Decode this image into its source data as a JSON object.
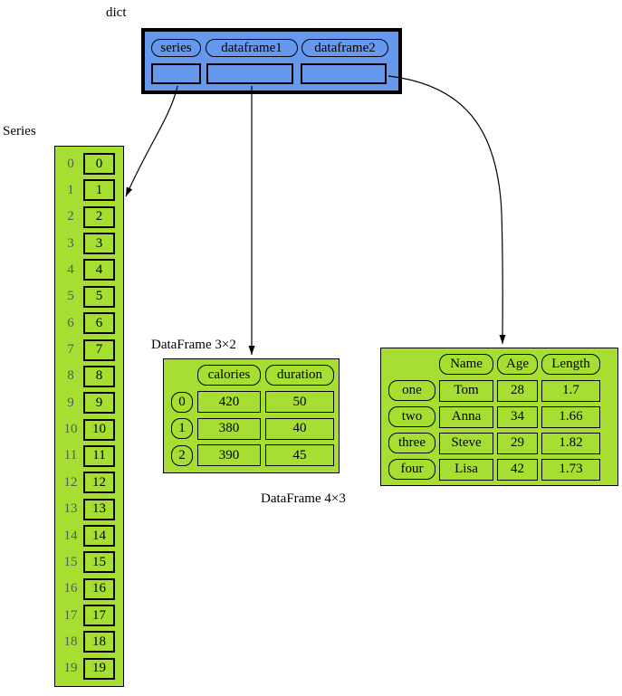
{
  "colors": {
    "dict_fill": "#6698EE",
    "pandas_fill": "#A6DF32",
    "border": "#000000",
    "index_text": "#5A5A5A",
    "arrow": "#000000"
  },
  "dict_node": {
    "title": "dict",
    "keys": [
      "series",
      "dataframe1",
      "dataframe2"
    ]
  },
  "series_node": {
    "title": "Series",
    "indices": [
      "0",
      "1",
      "2",
      "3",
      "4",
      "5",
      "6",
      "7",
      "8",
      "9",
      "10",
      "11",
      "12",
      "13",
      "14",
      "15",
      "16",
      "17",
      "18",
      "19"
    ],
    "values": [
      "0",
      "1",
      "2",
      "3",
      "4",
      "5",
      "6",
      "7",
      "8",
      "9",
      "10",
      "11",
      "12",
      "13",
      "14",
      "15",
      "16",
      "17",
      "18",
      "19"
    ]
  },
  "dataframe1_node": {
    "title": "DataFrame 3×2",
    "columns": [
      "calories",
      "duration"
    ],
    "index": [
      "0",
      "1",
      "2"
    ],
    "rows": [
      [
        "420",
        "50"
      ],
      [
        "380",
        "40"
      ],
      [
        "390",
        "45"
      ]
    ]
  },
  "dataframe2_node": {
    "title": "DataFrame 4×3",
    "columns": [
      "Name",
      "Age",
      "Length"
    ],
    "index": [
      "one",
      "two",
      "three",
      "four"
    ],
    "rows": [
      [
        "Tom",
        "28",
        "1.7"
      ],
      [
        "Anna",
        "34",
        "1.66"
      ],
      [
        "Steve",
        "29",
        "1.82"
      ],
      [
        "Lisa",
        "42",
        "1.73"
      ]
    ]
  }
}
